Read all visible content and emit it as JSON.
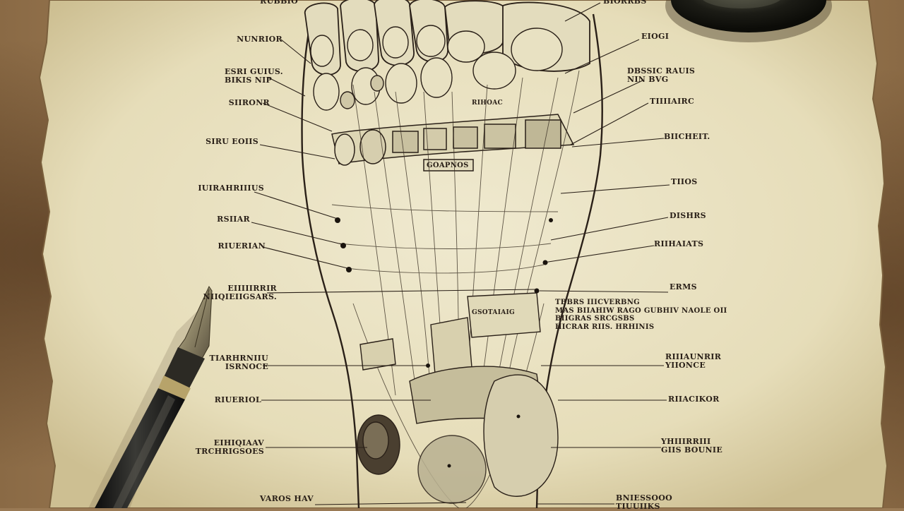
{
  "diagram": {
    "left_labels": [
      {
        "id": "l01",
        "lines": [
          "RUBBIO"
        ]
      },
      {
        "id": "l02",
        "lines": [
          "NUNRIOR"
        ]
      },
      {
        "id": "l03",
        "lines": [
          "ESRI GUIUS.",
          "BIKIS      NIP"
        ]
      },
      {
        "id": "l04",
        "lines": [
          "SIIRONR"
        ]
      },
      {
        "id": "l05",
        "lines": [
          "SIRU EOIIS"
        ]
      },
      {
        "id": "l06",
        "lines": [
          "IUIRAHRIIIUS"
        ]
      },
      {
        "id": "l07",
        "lines": [
          "RSIIAR"
        ]
      },
      {
        "id": "l08",
        "lines": [
          "RIUERIAN"
        ]
      },
      {
        "id": "l09",
        "lines": [
          "EIIIIIRRIR",
          "NIIQIEIIGSARS."
        ]
      },
      {
        "id": "l10",
        "lines": [
          "TIARHRNIIU",
          "ISRNOCE"
        ]
      },
      {
        "id": "l11",
        "lines": [
          "RIUERIOL"
        ]
      },
      {
        "id": "l12",
        "lines": [
          "EIHIQIAAV",
          "TRCHRIGSOES"
        ]
      },
      {
        "id": "l13",
        "lines": [
          "VAROS  HAV"
        ]
      }
    ],
    "right_labels": [
      {
        "id": "r01",
        "lines": [
          "BIORRBS"
        ]
      },
      {
        "id": "r02",
        "lines": [
          "EIOGI"
        ]
      },
      {
        "id": "r03",
        "lines": [
          "DBSSIC RAUIS",
          "NIN          BVG"
        ]
      },
      {
        "id": "r04",
        "lines": [
          "TIIIIAIRC"
        ]
      },
      {
        "id": "r05",
        "lines": [
          "BIICHEIT."
        ]
      },
      {
        "id": "r06",
        "lines": [
          "TIIOS"
        ]
      },
      {
        "id": "r07",
        "lines": [
          "DISHRS"
        ]
      },
      {
        "id": "r08",
        "lines": [
          "RIIHAIATS"
        ]
      },
      {
        "id": "r09",
        "lines": [
          "ERMS"
        ]
      },
      {
        "id": "r10",
        "lines": [
          "RIIIAUNRIR",
          "YIIONCE"
        ]
      },
      {
        "id": "r11",
        "lines": [
          "RIIACIKOR"
        ]
      },
      {
        "id": "r12",
        "lines": [
          "YHIIIRRIII",
          "GIIS BOUNIE"
        ]
      },
      {
        "id": "r13",
        "lines": [
          "BNIESSOOO",
          "TIUUIIKS"
        ]
      }
    ],
    "center_labels": [
      {
        "id": "c01",
        "lines": [
          "TBBRS IIICVERBNG",
          "MAS BIIAHIW RAGO GUBHIV NAOLE OII",
          "BIIGRAS  SRCGSBS",
          "HICRAR RIIS. HRHINIS"
        ]
      },
      {
        "id": "c02",
        "lines": [
          "RIHOAC"
        ]
      },
      {
        "id": "c03",
        "lines": [
          "GSOTAIAIG"
        ]
      },
      {
        "id": "c04",
        "lines": [
          "GOAPNOS"
        ]
      }
    ],
    "colors": {
      "parchment": "#ebe4c4",
      "ink": "#2a2018",
      "background": "#9a7a55",
      "shadow": "#c8bf9c"
    }
  }
}
